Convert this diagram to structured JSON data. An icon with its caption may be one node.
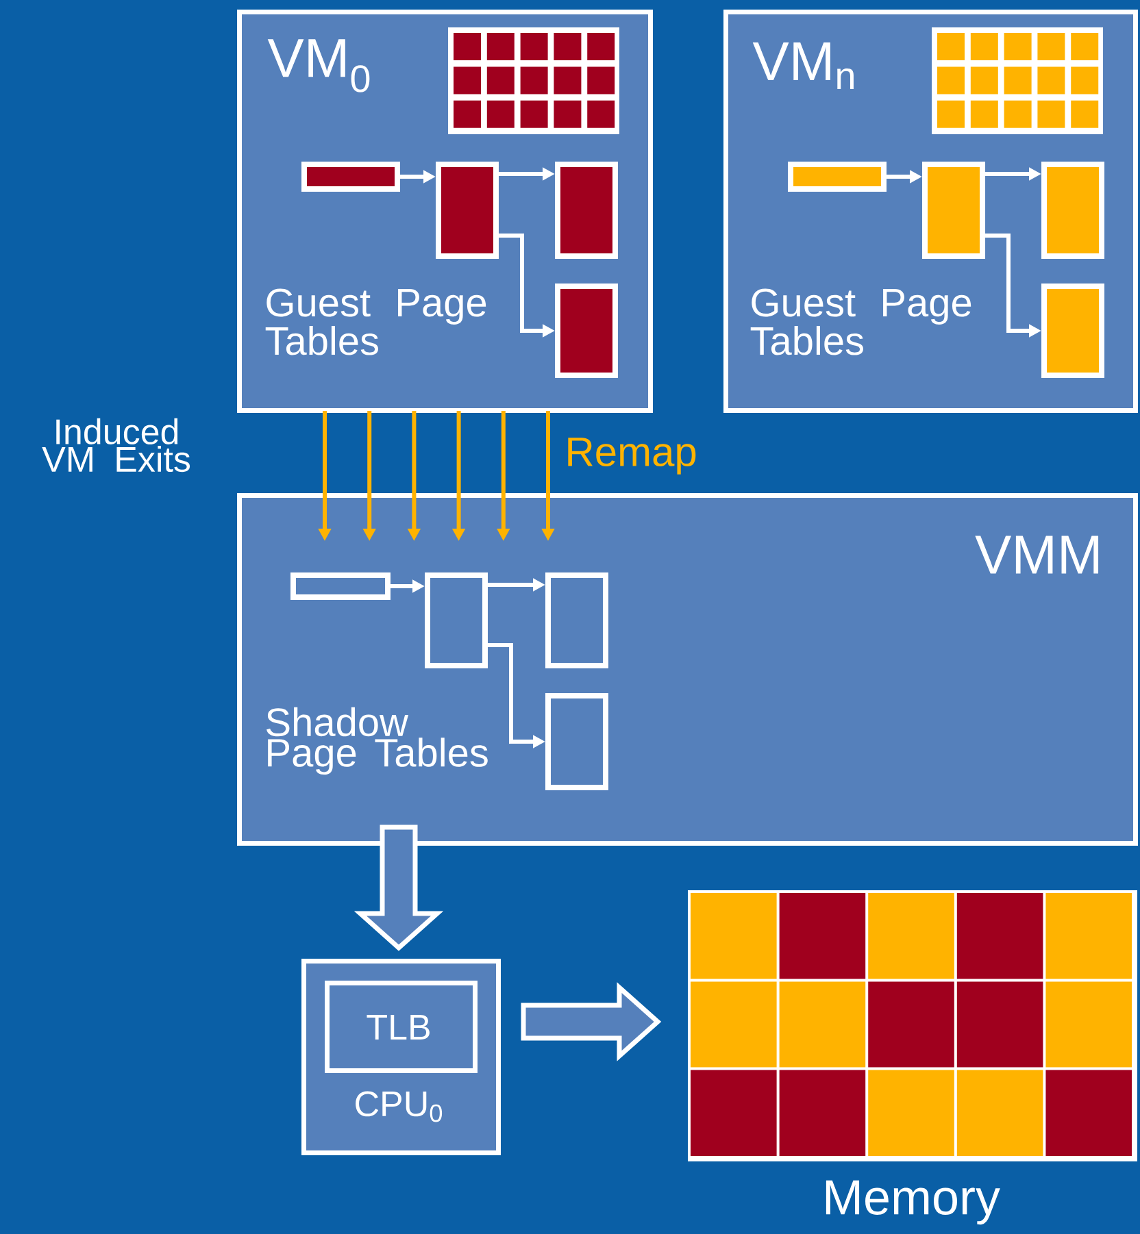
{
  "diagram": {
    "nodes": [
      {
        "text": [
          "VM$_{0}$",
          "Guest Page Tables"
        ]
      },
      {
        "text": [],
        "shape": "box",
        "in": 0
      },
      {
        "text": [],
        "shape": "box",
        "in": 0
      },
      {
        "text": [],
        "shape": "box",
        "in": 0
      },
      {
        "text": [],
        "shape": "box",
        "in": 0
      },
      {
        "text": [
          "VM$_{n}$",
          "Guest Page Tables"
        ]
      },
      {
        "text": [],
        "shape": "box",
        "in": 5
      },
      {
        "text": [],
        "shape": "box",
        "in": 5
      },
      {
        "text": [],
        "shape": "box",
        "in": 5
      },
      {
        "text": [],
        "shape": "box",
        "in": 5
      },
      {
        "text": [
          "VMM",
          "Shadow Page Tables"
        ]
      },
      {
        "text": [],
        "shape": "box",
        "in": 10
      },
      {
        "text": [],
        "shape": "box",
        "in": 10
      },
      {
        "text": [],
        "shape": "box",
        "in": 10
      },
      {
        "text": [],
        "shape": "box",
        "in": 10
      },
      {
        "text": [
          "CPU$_{0}$"
        ]
      },
      {
        "text": [
          "TLB"
        ],
        "in": 15
      },
      {
        "text": [
          "Memory"
        ]
      }
    ],
    "edges": [
      {
        "from": 1,
        "to": 2,
        "arrow": "to"
      },
      {
        "from": 2,
        "to": 3,
        "arrow": "to"
      },
      {
        "from": 2,
        "to": 4,
        "arrow": "to"
      },
      {
        "from": 6,
        "to": 7,
        "arrow": "to"
      },
      {
        "from": 7,
        "to": 8,
        "arrow": "to"
      },
      {
        "from": 7,
        "to": 9,
        "arrow": "to"
      },
      {
        "from": 11,
        "to": 12,
        "arrow": "to"
      },
      {
        "from": 12,
        "to": 13,
        "arrow": "to"
      },
      {
        "from": 12,
        "to": 14,
        "arrow": "to"
      },
      {
        "from": 0,
        "to": 10,
        "arrow": "to",
        "color": "#ffb300"
      },
      {
        "from": 0,
        "to": 10,
        "arrow": "to",
        "color": "#ffb300"
      },
      {
        "from": 0,
        "to": 10,
        "arrow": "to",
        "color": "#ffb300"
      },
      {
        "from": 0,
        "to": 10,
        "arrow": "to",
        "color": "#ffb300"
      },
      {
        "from": 0,
        "to": 10,
        "arrow": "to",
        "color": "#ffb300"
      },
      {
        "from": 0,
        "to": 10,
        "arrow": "to",
        "color": "#ffb300"
      },
      {
        "from": 10,
        "to": 15,
        "arrow": "to",
        "style": "thick"
      },
      {
        "from": 15,
        "to": 17,
        "arrow": "to",
        "style": "thick"
      }
    ],
    "labels": [
      "Induced VM Exits",
      "Remap"
    ]
  }
}
